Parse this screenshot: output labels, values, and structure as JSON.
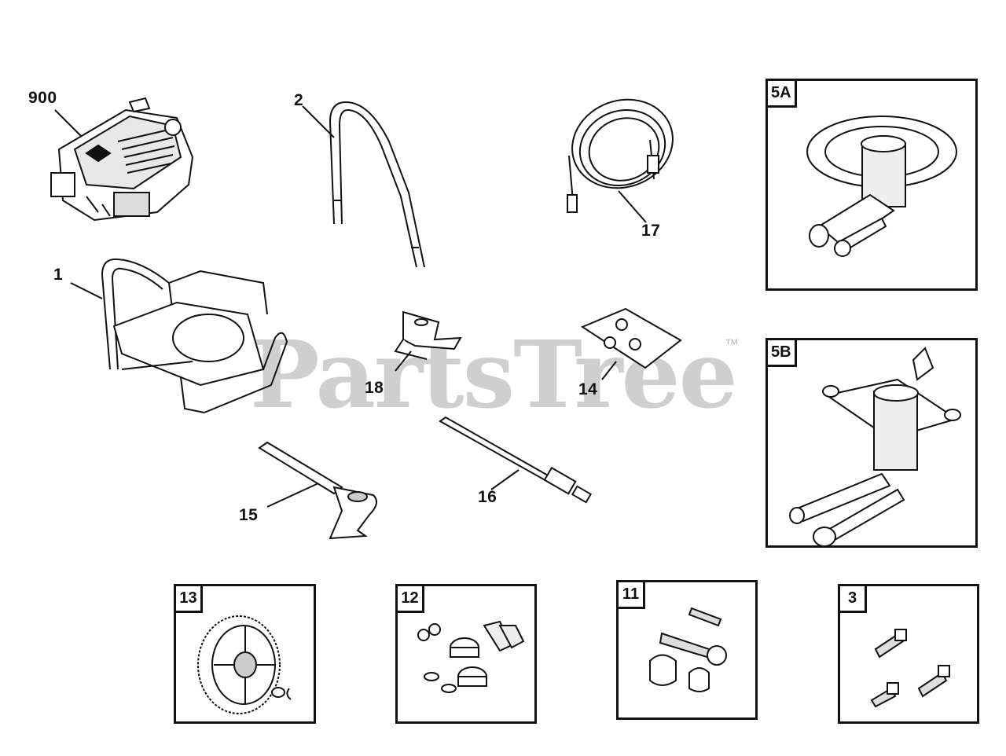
{
  "watermark": {
    "brand": "PartsTree",
    "trademark": "™"
  },
  "callouts": {
    "engine": "900",
    "handle": "2",
    "hose": "17",
    "frame": "1",
    "bracket": "18",
    "hardware_kit": "14",
    "spray_gun": "15",
    "lance": "16"
  },
  "boxes": {
    "pump_a": "5A",
    "pump_b": "5B",
    "wheel": "13",
    "wheel_hardware": "12",
    "handle_hardware": "11",
    "fittings": "3"
  }
}
